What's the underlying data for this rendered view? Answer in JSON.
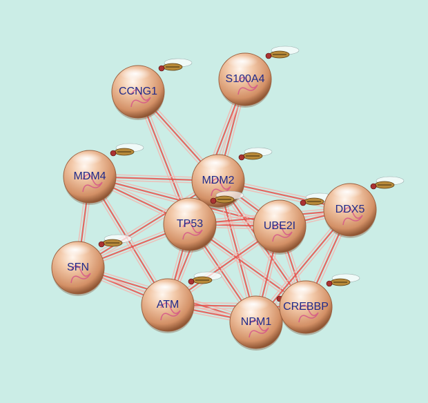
{
  "network": {
    "nodes": [
      {
        "id": "CCNG1",
        "label": "CCNG1"
      },
      {
        "id": "S100A4",
        "label": "S100A4"
      },
      {
        "id": "MDM4",
        "label": "MDM4"
      },
      {
        "id": "MDM2",
        "label": "MDM2"
      },
      {
        "id": "TP53",
        "label": "TP53"
      },
      {
        "id": "UBE2I",
        "label": "UBE2I"
      },
      {
        "id": "DDX5",
        "label": "DDX5"
      },
      {
        "id": "SFN",
        "label": "SFN"
      },
      {
        "id": "ATM",
        "label": "ATM"
      },
      {
        "id": "NPM1",
        "label": "NPM1"
      },
      {
        "id": "CREBBP",
        "label": "CREBBP"
      }
    ],
    "edges": [
      [
        "CCNG1",
        "MDM2"
      ],
      [
        "CCNG1",
        "TP53"
      ],
      [
        "S100A4",
        "MDM2"
      ],
      [
        "S100A4",
        "TP53"
      ],
      [
        "MDM4",
        "MDM2"
      ],
      [
        "MDM4",
        "TP53"
      ],
      [
        "MDM4",
        "SFN"
      ],
      [
        "MDM4",
        "ATM"
      ],
      [
        "MDM4",
        "UBE2I"
      ],
      [
        "MDM2",
        "TP53"
      ],
      [
        "MDM2",
        "UBE2I"
      ],
      [
        "MDM2",
        "ATM"
      ],
      [
        "MDM2",
        "NPM1"
      ],
      [
        "MDM2",
        "CREBBP"
      ],
      [
        "MDM2",
        "DDX5"
      ],
      [
        "MDM2",
        "SFN"
      ],
      [
        "TP53",
        "UBE2I"
      ],
      [
        "TP53",
        "DDX5"
      ],
      [
        "TP53",
        "ATM"
      ],
      [
        "TP53",
        "NPM1"
      ],
      [
        "TP53",
        "CREBBP"
      ],
      [
        "TP53",
        "SFN"
      ],
      [
        "UBE2I",
        "NPM1"
      ],
      [
        "UBE2I",
        "CREBBP"
      ],
      [
        "UBE2I",
        "ATM"
      ],
      [
        "UBE2I",
        "DDX5"
      ],
      [
        "DDX5",
        "CREBBP"
      ],
      [
        "DDX5",
        "NPM1"
      ],
      [
        "SFN",
        "ATM"
      ],
      [
        "SFN",
        "NPM1"
      ],
      [
        "ATM",
        "NPM1"
      ],
      [
        "ATM",
        "CREBBP"
      ],
      [
        "NPM1",
        "CREBBP"
      ]
    ],
    "colors": {
      "background": "#cbede6",
      "edge": "#e8504a",
      "edge_light": "#f2b7b0",
      "node_light": "#fde8d8",
      "node_mid": "#e9b592",
      "node_dark": "#a86a44",
      "label": "#1f2a8a"
    }
  }
}
